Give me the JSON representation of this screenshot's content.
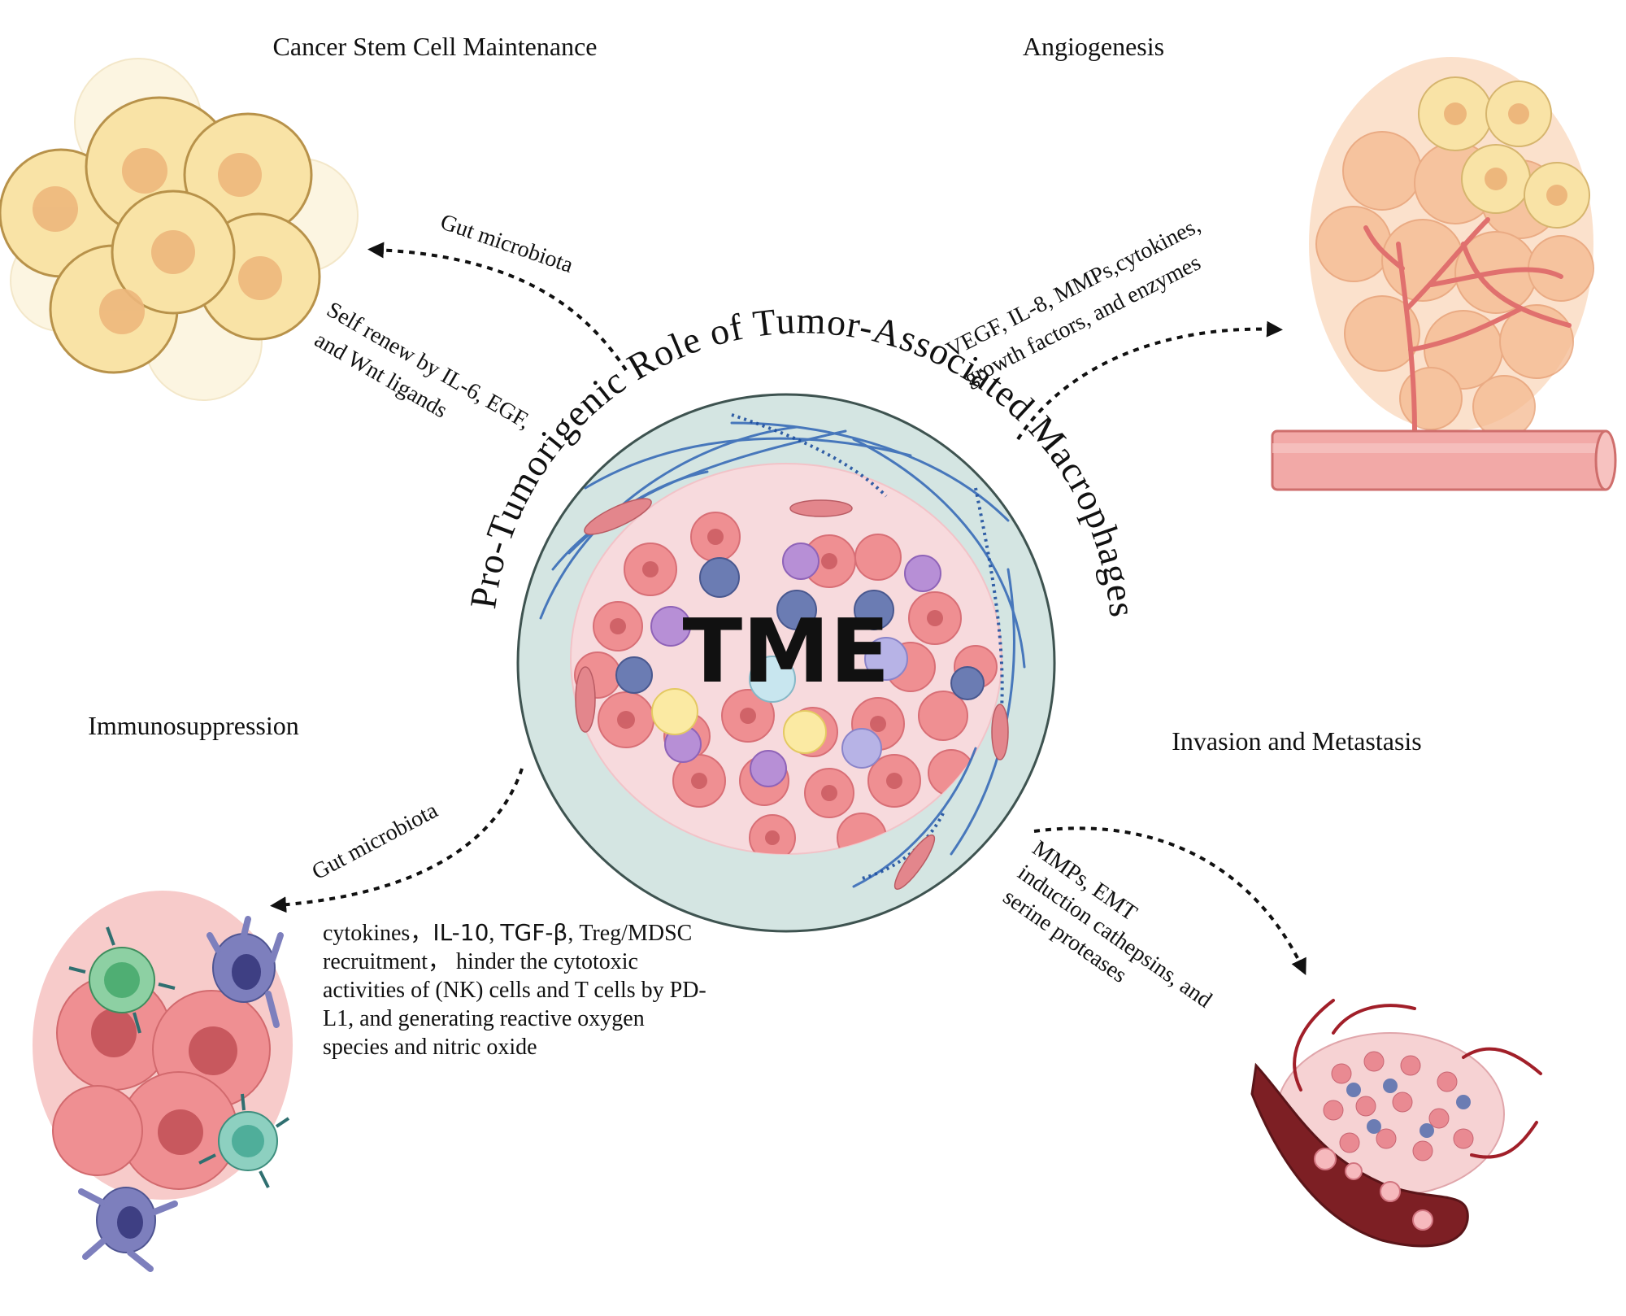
{
  "title": "Pro-Tumorigenic Role of Tumor-Associated Macrophages",
  "center_label": "TME",
  "sections": {
    "cancer_stem": {
      "heading": "Cancer Stem Cell Maintenance"
    },
    "angiogenesis": {
      "heading": "Angiogenesis"
    },
    "immunosuppression": {
      "heading": "Immunosuppression"
    },
    "invasion": {
      "heading": "Invasion and Metastasis"
    }
  },
  "arrow_labels": {
    "cancer_stem_microbiota": "Gut microbiota",
    "cancer_stem_mech_1": "Self renew by IL-6, EGF,",
    "cancer_stem_mech_2": "and Wnt ligands",
    "angio_mech_1": "VEGF, IL-8, MMPs,cytokines,",
    "angio_mech_2": "growth factors, and enzymes",
    "immuno_microbiota": "Gut microbiota",
    "invasion_mech_1": "MMPs, EMT",
    "invasion_mech_2": "induction cathepsins, and",
    "invasion_mech_3": "serine proteases"
  },
  "immuno_description": {
    "line1_a": "cytokines，",
    "line1_b": "IL-10",
    "line1_c": ", ",
    "line1_d": "TGF-β",
    "line1_e": ", Treg/MDSC",
    "line2": "recruitment， hinder the cytotoxic",
    "line3": "activities of (NK) cells and T cells by PD-",
    "line4": "L1, and generating reactive oxygen",
    "line5": "species  and nitric oxide"
  },
  "colors": {
    "ring": "#d4e5e2",
    "ring_stroke": "#3e5350",
    "stroma": "#f7dadd",
    "tumor_cell": "#ef8f92",
    "tumor_nucleus": "#c8585e",
    "lymphocyte": "#6b7cb3",
    "dendritic": "#b78fd6",
    "fiber": "#2f64b5",
    "stem_cell": "#f9e3a6",
    "stem_nucleus": "#edb77c",
    "vessel": "#f2a9a7",
    "blood": "#7d1f24",
    "t_cell": "#8dd0a3"
  }
}
